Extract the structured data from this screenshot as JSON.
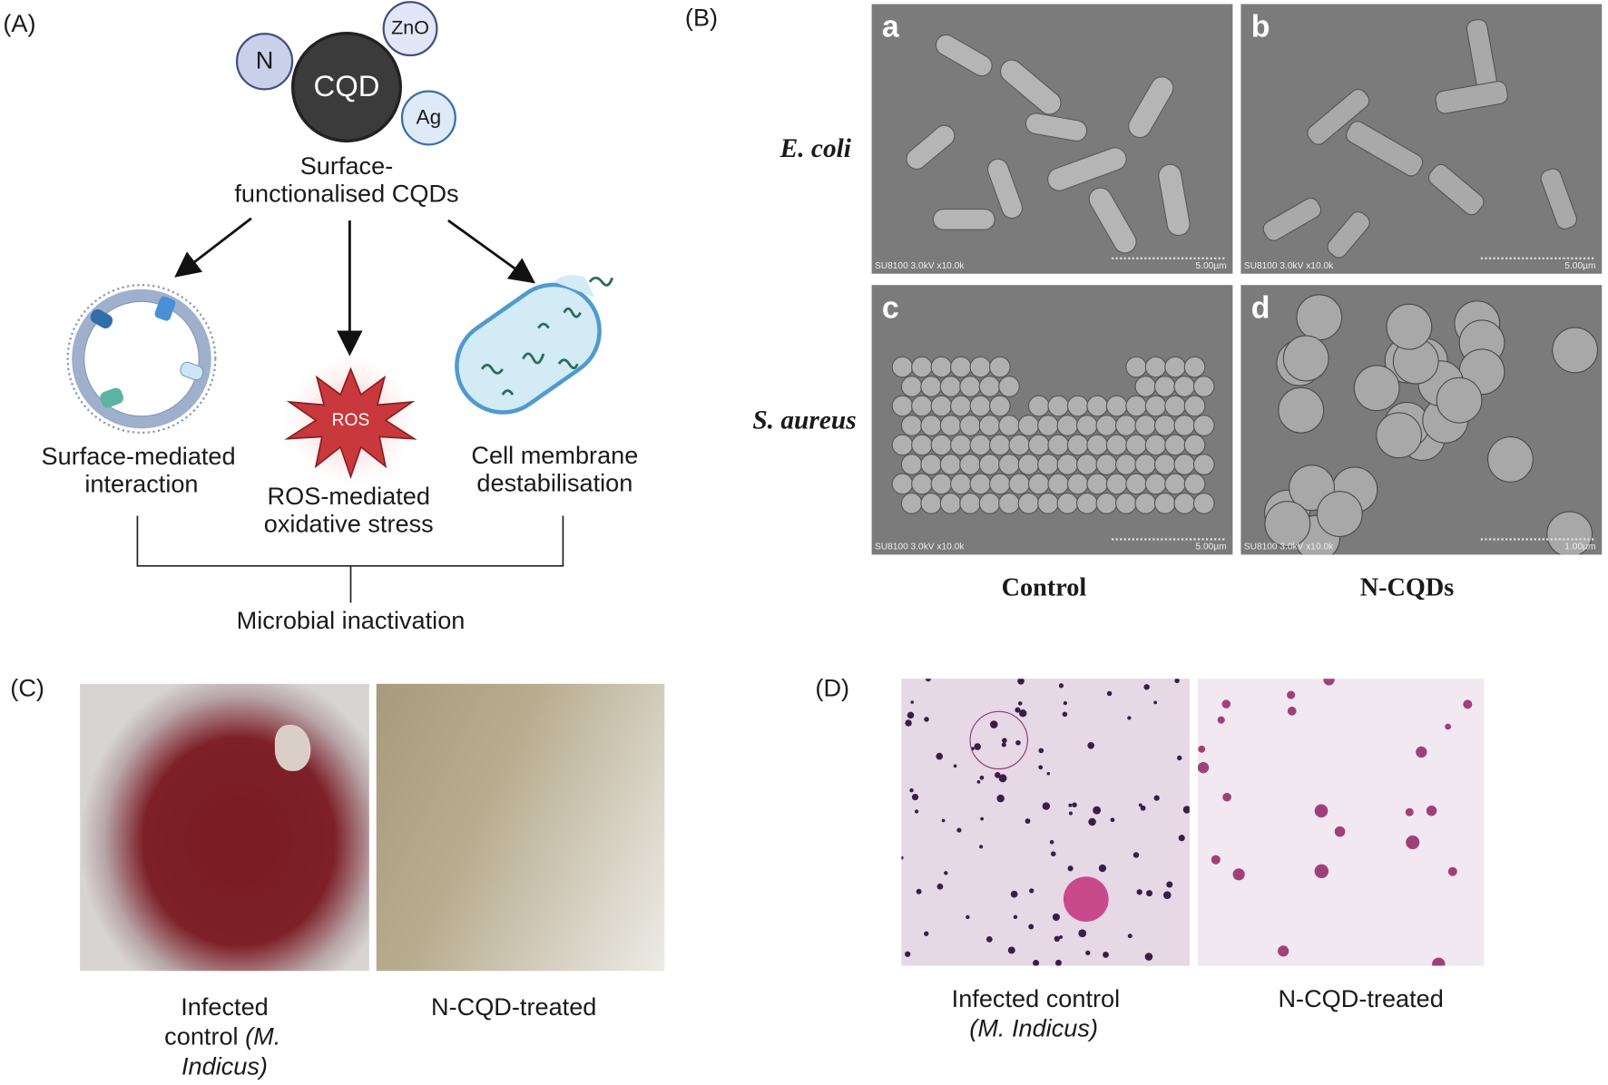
{
  "panel_a": {
    "label": "(A)",
    "core": "CQD",
    "dopants": [
      "N",
      "ZnO",
      "Ag"
    ],
    "title_line1": "Surface-",
    "title_line2": "functionalised CQDs",
    "mechanisms": [
      {
        "line1": "Surface-mediated",
        "line2": "interaction"
      },
      {
        "line1": "ROS-mediated",
        "line2": "oxidative stress",
        "badge": "ROS"
      },
      {
        "line1": "Cell membrane",
        "line2": "destabilisation"
      }
    ],
    "outcome": "Microbial inactivation"
  },
  "panel_b": {
    "label": "(B)",
    "rows": [
      "E. coli",
      "S. aureus"
    ],
    "columns": [
      "Control",
      "N-CQDs"
    ],
    "images": [
      {
        "letter": "a",
        "info": "SU8100 3.0kV x10.0k",
        "scale": "5.00µm"
      },
      {
        "letter": "b",
        "info": "SU8100 3.0kV x10.0k",
        "scale": "5.00µm"
      },
      {
        "letter": "c",
        "info": "SU8100 3.0kV x10.0k",
        "scale": "5.00µm"
      },
      {
        "letter": "d",
        "info": "SU8100 3.0kV x10.0k",
        "scale": "1.00µm"
      }
    ]
  },
  "panel_c": {
    "label": "(C)",
    "left_caption_1": "Infected",
    "left_caption_2": "control ",
    "left_caption_italic_a": "(M.",
    "left_caption_italic_b": "Indicus)",
    "right_caption": "N-CQD-treated"
  },
  "panel_d": {
    "label": "(D)",
    "left_caption_1": "Infected control",
    "left_caption_2": "(M. Indicus)",
    "right_caption": "N-CQD-treated"
  },
  "colors": {
    "core": "#3b3b3b",
    "ros": "#c9383c",
    "membrane": "#b8d9ec"
  }
}
